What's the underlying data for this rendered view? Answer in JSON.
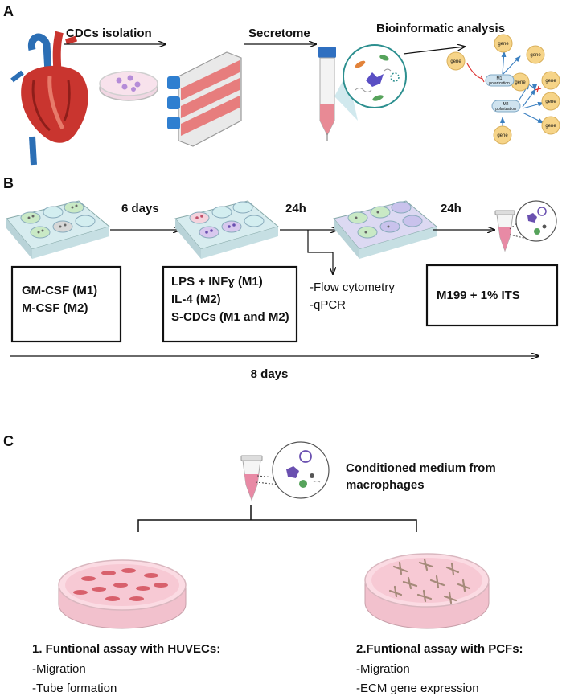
{
  "panelA": {
    "label": "A",
    "step1": "CDCs isolation",
    "step2": "Secretome",
    "step3": "Bioinformatic analysis",
    "net": {
      "gene": "gene",
      "m1": "M1",
      "m2": "M2",
      "polarization": "polarization"
    }
  },
  "panelB": {
    "label": "B",
    "time1": "6 days",
    "time2": "24h",
    "time3": "24h",
    "box1": [
      "GM-CSF  (M1)",
      "M-CSF (M2)"
    ],
    "box2": [
      "LPS + INFɣ  (M1)",
      "IL-4 (M2)",
      "S-CDCs (M1 and M2)"
    ],
    "analysis": [
      "-Flow cytometry",
      "-qPCR"
    ],
    "box3": "M199 + 1% ITS",
    "total": "8 days"
  },
  "panelC": {
    "label": "C",
    "medium": [
      "Conditioned medium from",
      "macrophages"
    ],
    "assay1": {
      "title": "1. Funtional assay with HUVECs:",
      "items": [
        "-Migration",
        "-Tube formation"
      ]
    },
    "assay2": {
      "title": "2.Funtional assay with PCFs:",
      "items": [
        "-Migration",
        "-ECM gene expression"
      ]
    }
  },
  "colors": {
    "dish_pink": "#f4c2cf",
    "plate_blue": "#cfe7ee",
    "heart_red": "#c9352f",
    "vessel_blue": "#2c6fb5",
    "gene_yellow": "#f6d488"
  }
}
